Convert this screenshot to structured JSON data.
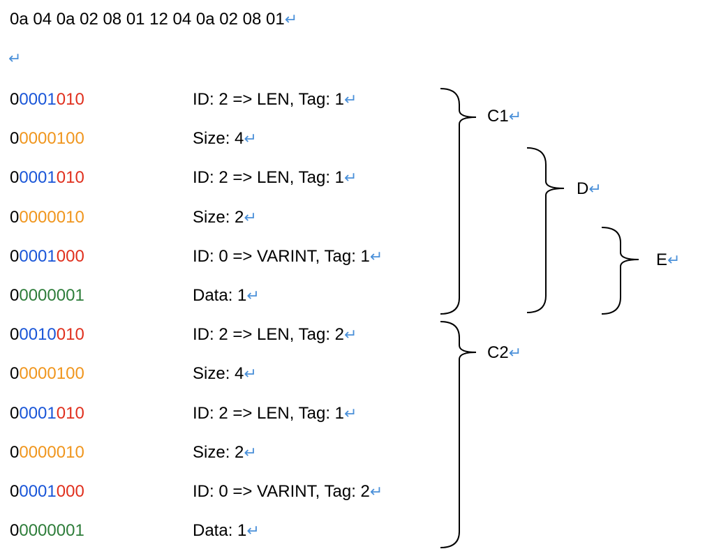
{
  "return_mark": "↵",
  "header_bytes": "0a 04 0a 02 08 01 12 04 0a 02 08 01",
  "colors": {
    "id_blue": "#1a56d8",
    "type_red": "#e0301e",
    "size_orange": "#f0961e",
    "data_green": "#2e7d3a",
    "return_mark": "#4a90d9"
  },
  "rows": [
    {
      "segments": [
        {
          "text": "0",
          "color": "black"
        },
        {
          "text": "0001",
          "color": "blue"
        },
        {
          "text": "010",
          "color": "red"
        }
      ],
      "desc": "ID: 2 => LEN, Tag: 1"
    },
    {
      "segments": [
        {
          "text": "0",
          "color": "black"
        },
        {
          "text": "0000100",
          "color": "orange"
        }
      ],
      "desc": "Size: 4"
    },
    {
      "segments": [
        {
          "text": "0",
          "color": "black"
        },
        {
          "text": "0001",
          "color": "blue"
        },
        {
          "text": "010",
          "color": "red"
        }
      ],
      "desc": "ID: 2 => LEN, Tag: 1"
    },
    {
      "segments": [
        {
          "text": "0",
          "color": "black"
        },
        {
          "text": "0000010",
          "color": "orange"
        }
      ],
      "desc": "Size: 2"
    },
    {
      "segments": [
        {
          "text": "0",
          "color": "black"
        },
        {
          "text": "0001",
          "color": "blue"
        },
        {
          "text": "000",
          "color": "red"
        }
      ],
      "desc": "ID: 0 => VARINT, Tag: 1"
    },
    {
      "segments": [
        {
          "text": "0",
          "color": "black"
        },
        {
          "text": "0000001",
          "color": "green"
        }
      ],
      "desc": "Data: 1"
    },
    {
      "segments": [
        {
          "text": "0",
          "color": "black"
        },
        {
          "text": "0010",
          "color": "blue"
        },
        {
          "text": "010",
          "color": "red"
        }
      ],
      "desc": "ID: 2 => LEN, Tag: 2"
    },
    {
      "segments": [
        {
          "text": "0",
          "color": "black"
        },
        {
          "text": "0000100",
          "color": "orange"
        }
      ],
      "desc": "Size: 4"
    },
    {
      "segments": [
        {
          "text": "0",
          "color": "black"
        },
        {
          "text": "0001",
          "color": "blue"
        },
        {
          "text": "010",
          "color": "red"
        }
      ],
      "desc": "ID: 2 => LEN, Tag: 1"
    },
    {
      "segments": [
        {
          "text": "0",
          "color": "black"
        },
        {
          "text": "0000010",
          "color": "orange"
        }
      ],
      "desc": "Size: 2"
    },
    {
      "segments": [
        {
          "text": "0",
          "color": "black"
        },
        {
          "text": "0001",
          "color": "blue"
        },
        {
          "text": "000",
          "color": "red"
        }
      ],
      "desc": "ID: 0 => VARINT, Tag: 2"
    },
    {
      "segments": [
        {
          "text": "0",
          "color": "black"
        },
        {
          "text": "0000001",
          "color": "green"
        }
      ],
      "desc": "Data: 1"
    }
  ],
  "brace_labels": {
    "c1": "C1",
    "d": "D",
    "e": "E",
    "c2": "C2"
  }
}
